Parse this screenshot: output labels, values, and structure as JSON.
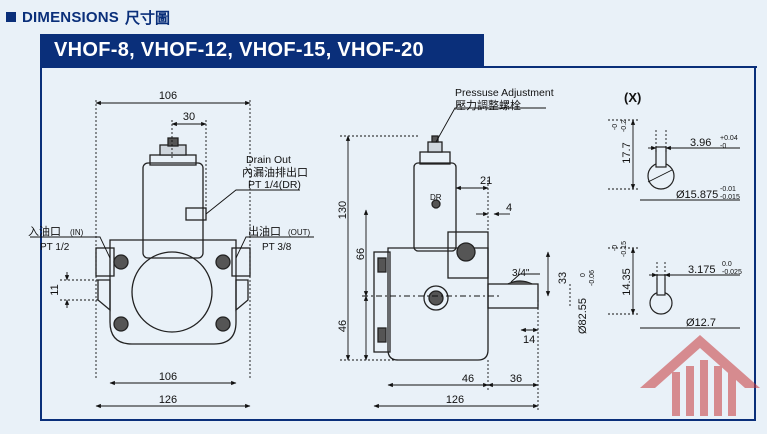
{
  "header": {
    "title": "DIMENSIONS",
    "title_cn": "尺寸圖"
  },
  "banner": {
    "models": "VHOF-8, VHOF-12, VHOF-15, VHOF-20"
  },
  "front_view": {
    "dim_top": "106",
    "dim_30": "30",
    "drain_label": "Drain Out",
    "drain_cn": "內漏油排出口",
    "drain_pt": "PT 1/4(DR)",
    "in_cn": "入油口",
    "in_en": "(IN)",
    "in_pt": "PT 1/2",
    "out_cn": "出油口",
    "out_en": "(OUT)",
    "out_pt": "PT 3/8",
    "dim_11": "11",
    "dim_bottom_inner": "106",
    "dim_bottom_outer": "126"
  },
  "side_view": {
    "adj_label": "Pressuse Adjustment",
    "adj_cn": "壓力調整螺栓",
    "dr_label": "DR",
    "dim_130": "130",
    "dim_66": "66",
    "dim_46_left": "46",
    "dim_21": "21",
    "dim_4": "4",
    "dim_34in": "3/4\"",
    "dim_33": "33",
    "dia_shaft": "Ø82.55",
    "dia_tol_top": "0",
    "dia_tol_bot": "-0.06",
    "dim_14": "14",
    "dim_46_bottom": "46",
    "dim_36": "36",
    "dim_126": "126"
  },
  "detail": {
    "label": "(X)",
    "d1_main": "17.7",
    "d1_tol_top": "-0",
    "d1_tol_bot": "-0.2",
    "d2_main": "3.96",
    "d2_tol_top": "+0.04",
    "d2_tol_bot": "-0",
    "d3_main": "Ø15.875",
    "d3_tol_top": "-0.01",
    "d3_tol_bot": "-0.015",
    "d4_main": "14.35",
    "d4_tol_top": "-0",
    "d4_tol_bot": "-0.15",
    "d5_main": "3.175",
    "d5_tol_top": "0.0",
    "d5_tol_bot": "-0.025",
    "d6_main": "Ø12.7"
  },
  "colors": {
    "navy": "#0a2f7a",
    "background": "#e9f1f8",
    "logo": "#c8383a"
  }
}
